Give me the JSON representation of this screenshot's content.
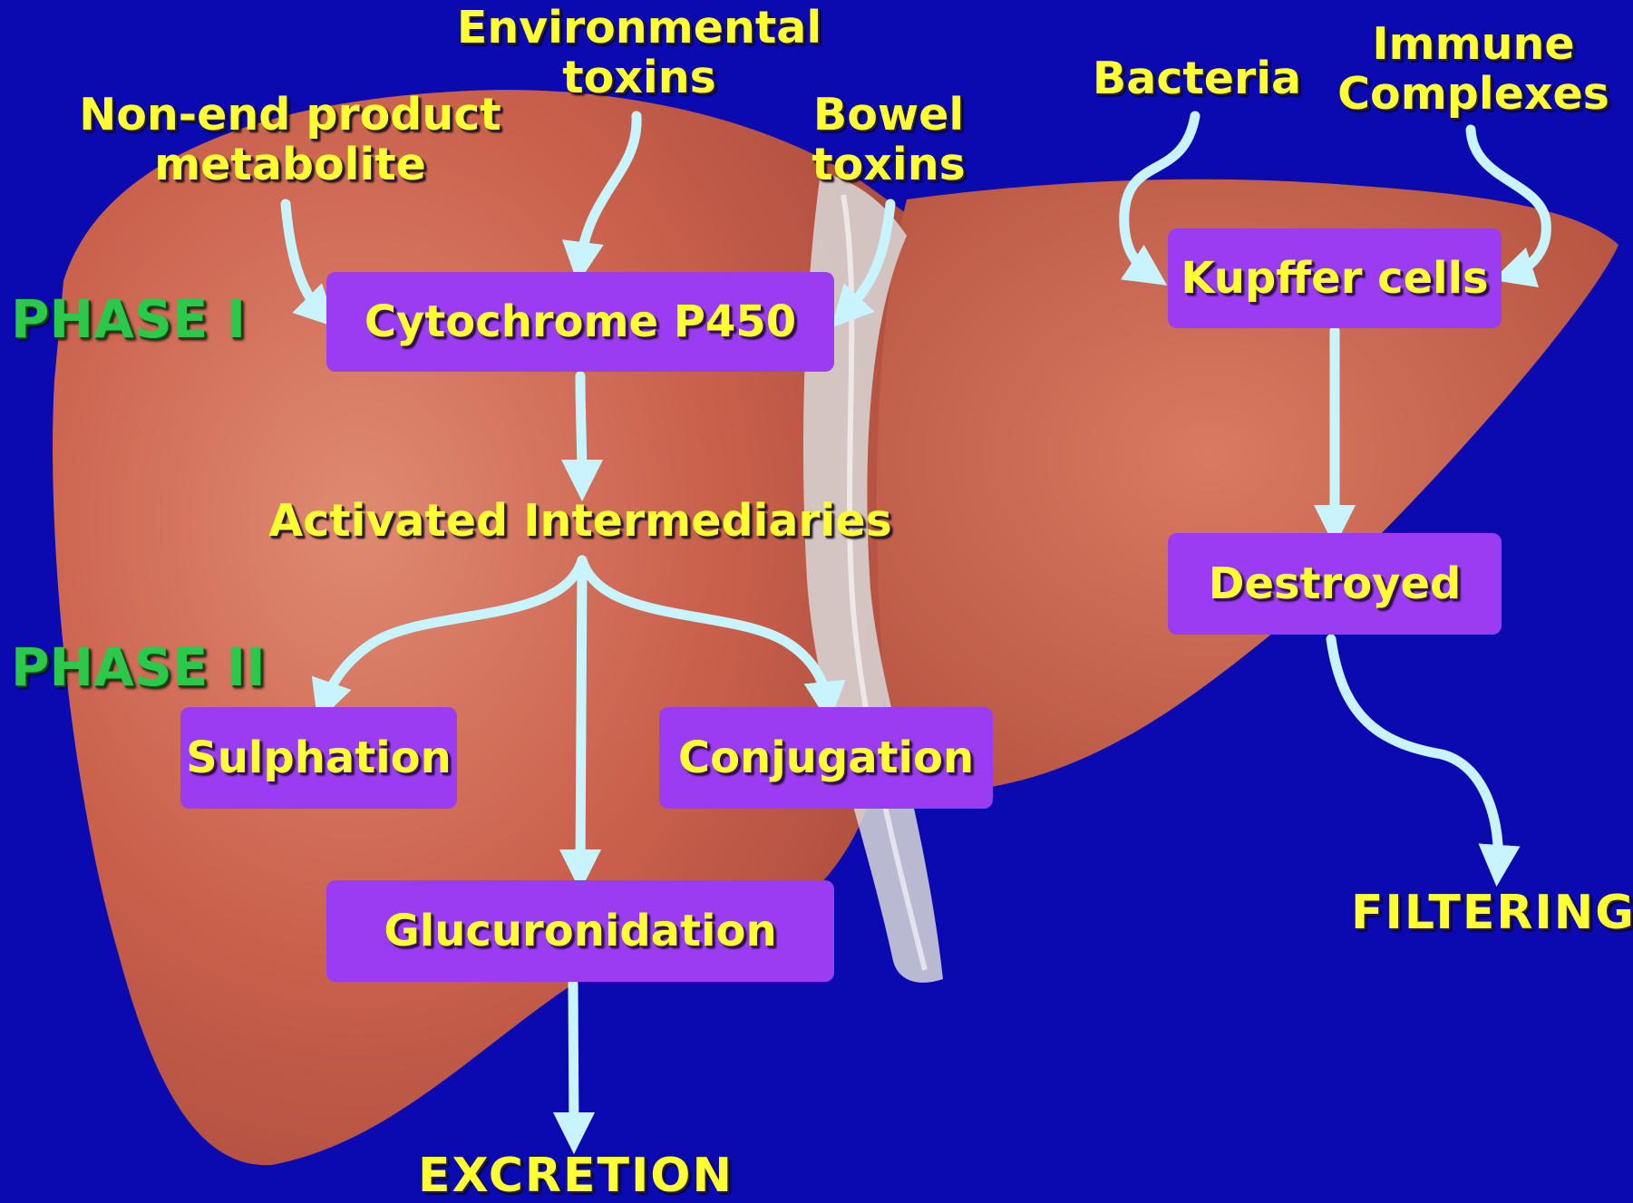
{
  "colors": {
    "background": "#0a0ab0",
    "liver": "#c8604e",
    "box_fill": "#9b3cf2",
    "label_text": "#ffff33",
    "phase_text": "#2cc84a",
    "arrow": "#c8f4ff"
  },
  "inputs": {
    "environmental_toxins": [
      "Environmental",
      "toxins"
    ],
    "non_end_product": [
      "Non-end product",
      "metabolite"
    ],
    "bowel_toxins": [
      "Bowel",
      "toxins"
    ],
    "bacteria": "Bacteria",
    "immune_complexes": [
      "Immune",
      "Complexes"
    ]
  },
  "phases": {
    "phase1": "PHASE I",
    "phase2": "PHASE II"
  },
  "boxes": {
    "cytochrome": "Cytochrome P450",
    "sulphation": "Sulphation",
    "conjugation": "Conjugation",
    "glucuronidation": "Glucuronidation",
    "kupffer": "Kupffer cells",
    "destroyed": "Destroyed"
  },
  "intermediate": "Activated Intermediaries",
  "outputs": {
    "excretion": "EXCRETION",
    "filtering": "FILTERING"
  }
}
